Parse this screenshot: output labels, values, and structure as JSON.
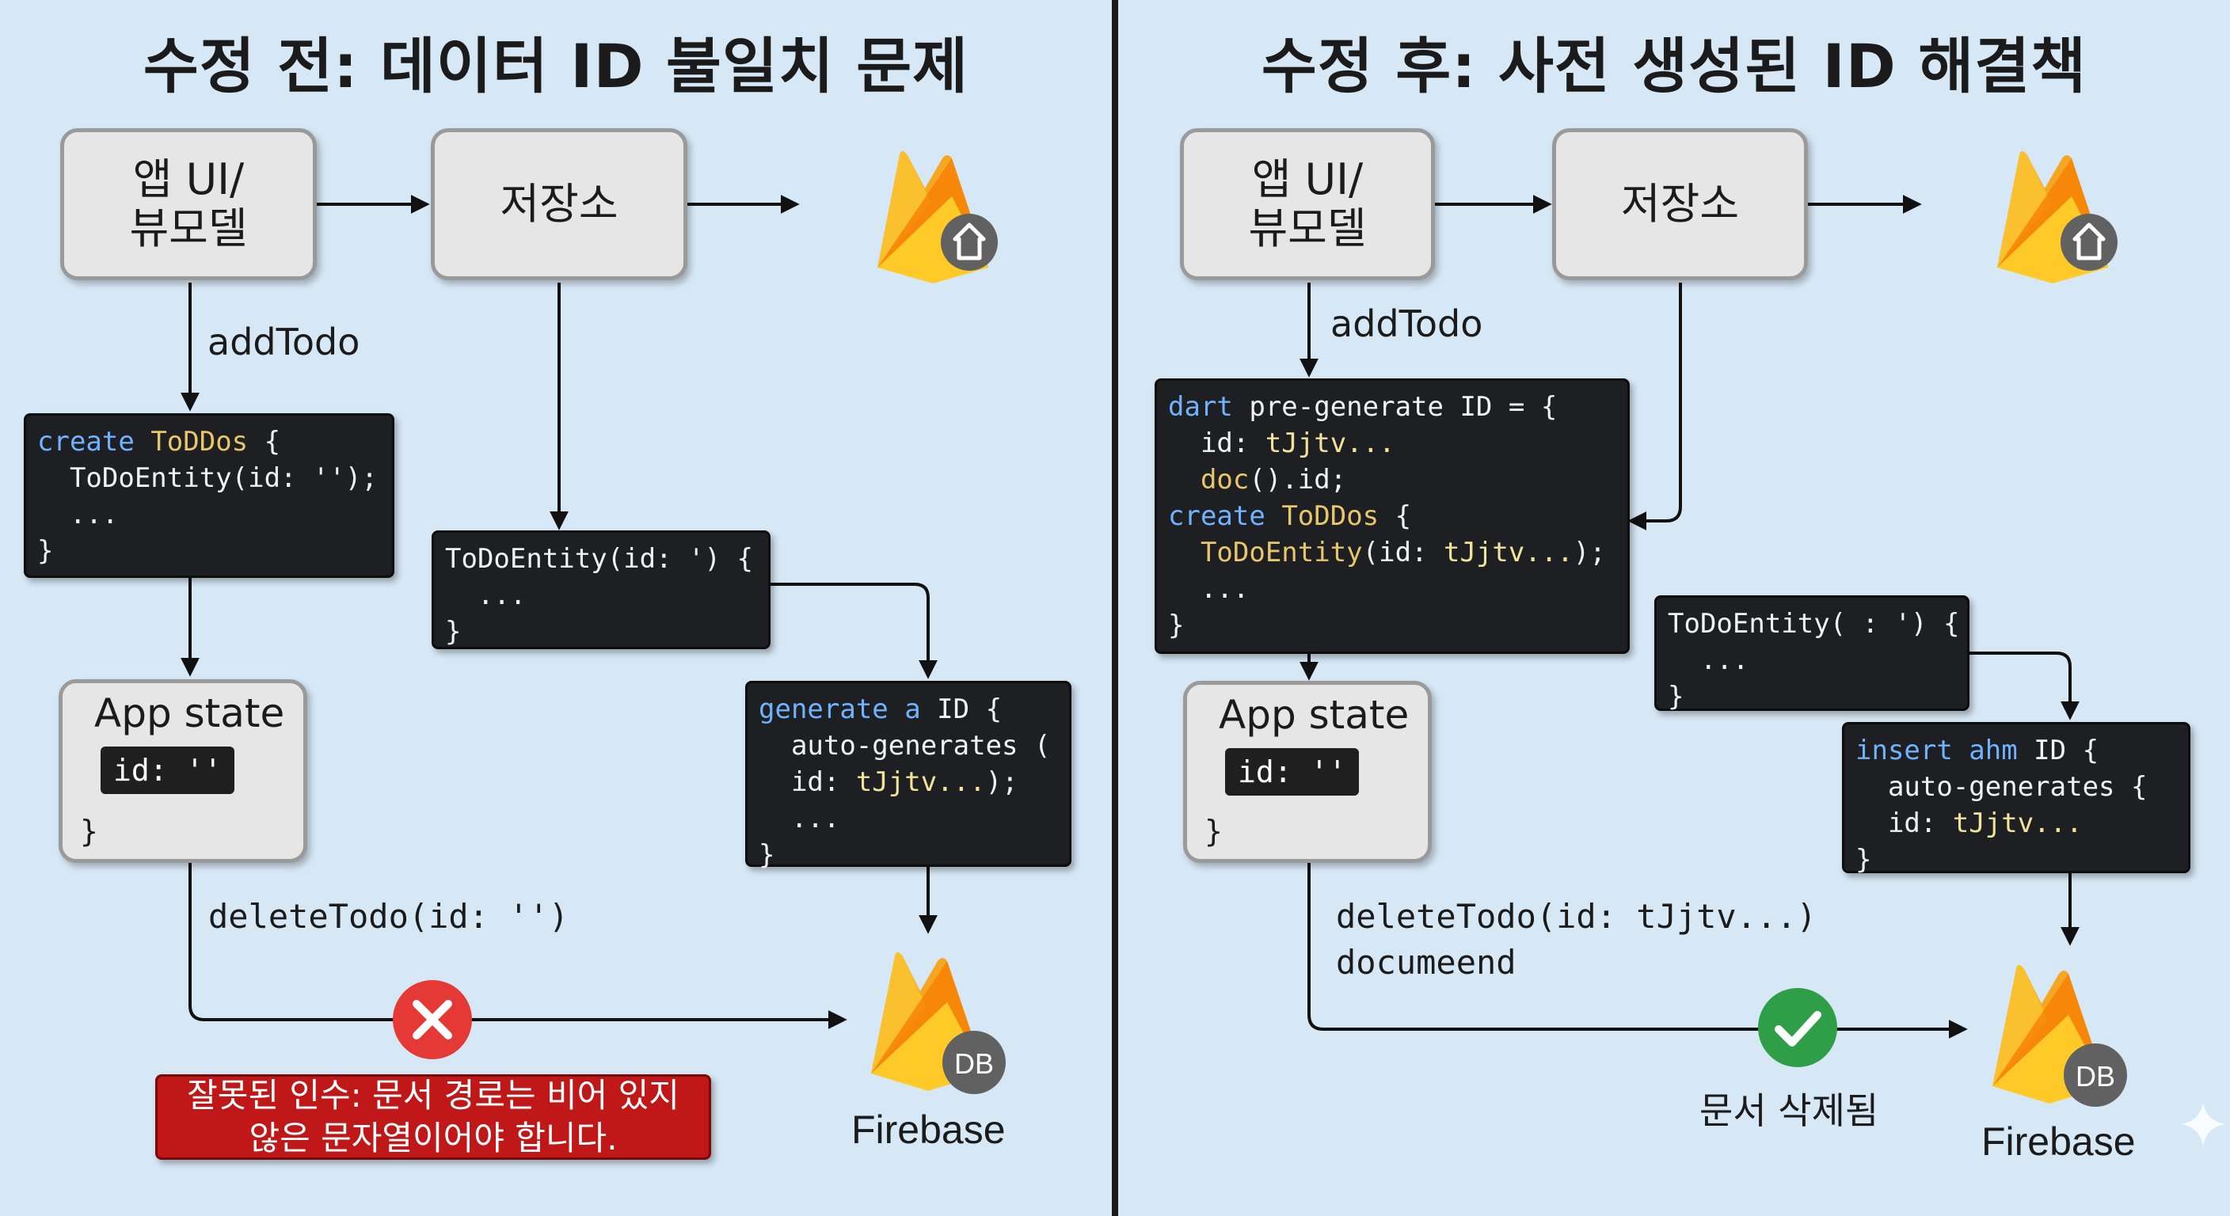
{
  "left": {
    "title": "수정 전: 데이터 ID 불일치 문제",
    "app_box": "앱 UI/\n뷰모델",
    "repo_box": "저장소",
    "add_label": "addTodo",
    "code_create": [
      "create ToDDos {",
      "  ToDoEntity(id: '');",
      "  ...",
      "}"
    ],
    "code_repo": [
      "ToDoEntity(id: ') {",
      "  ...",
      "}"
    ],
    "code_generate": [
      "generate a ID {",
      "  auto-generates (",
      "  id: tJjtv...);",
      "  ...",
      "}"
    ],
    "state_title": "App state",
    "state_value": "id: ''",
    "state_brace": "}",
    "delete_label": "deleteTodo(id: '')",
    "error_message": "잘못된 인수: 문서 경로는 비어 있지\n않은 문자열이어야 합니다.",
    "firebase_label": "Firebase",
    "db_badge": "DB"
  },
  "right": {
    "title": "수정 후: 사전 생성된 ID 해결책",
    "app_box": "앱 UI/\n뷰모델",
    "repo_box": "저장소",
    "add_label": "addTodo",
    "code_pregen": [
      "dart pre-generate ID = {",
      "  id: tJjtv...",
      "  doc().id;",
      "create ToDDos {",
      "  ToDoEntity(id: tJjtv...);",
      "  ...",
      "}"
    ],
    "code_repo": [
      "ToDoEntity( : ') {",
      "  ...",
      "}"
    ],
    "code_insert": [
      "insert ahm ID {",
      "  auto-generates {",
      "  id: tJjtv...",
      "}"
    ],
    "state_title": "App state",
    "state_value": "id: ''",
    "state_brace": "}",
    "delete_label_1": "deleteTodo(id: tJjtv...)",
    "delete_label_2": "documeend",
    "success_message": "문서 삭제됨",
    "firebase_label": "Firebase",
    "db_badge": "DB"
  },
  "colors": {
    "background": "#d6e7f5",
    "error": "#c01818",
    "error_icon": "#e53935",
    "success": "#2e9e47",
    "keyword": "#6fb3ff",
    "value": "#f2e39a"
  }
}
